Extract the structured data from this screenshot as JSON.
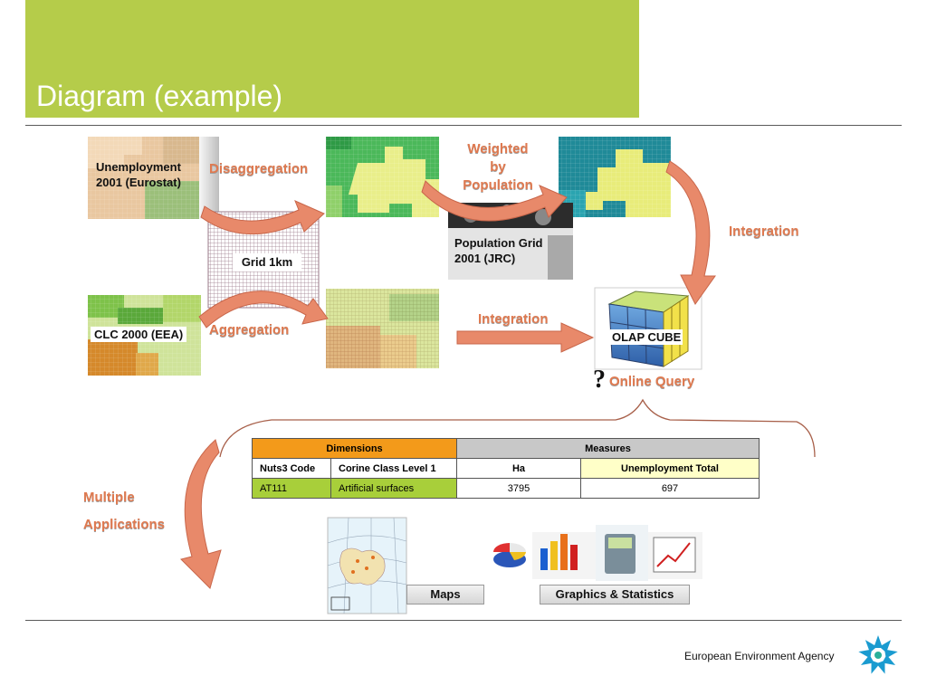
{
  "slide": {
    "title": "Diagram (example)"
  },
  "nodes": {
    "unemployment": "Unemployment\n2001 (Eurostat)",
    "grid": "Grid 1km",
    "population": "Population Grid\n2001 (JRC)",
    "clc": "CLC 2000 (EEA)",
    "olap": "OLAP CUBE",
    "online_query": "Online Query",
    "question_mark": "?"
  },
  "flow_labels": {
    "disaggregation": "Disaggregation",
    "weighted": "Weighted\nby\nPopulation",
    "integration_right": "Integration",
    "aggregation": "Aggregation",
    "integration_mid": "Integration",
    "multiple_applications_1": "Multiple",
    "multiple_applications_2": "Applications"
  },
  "table": {
    "group_headers": [
      "Dimensions",
      "Measures"
    ],
    "column_headers": [
      "Nuts3 Code",
      "Corine Class Level 1",
      "Ha",
      "Unemployment Total"
    ],
    "rows": [
      [
        "AT111",
        "Artificial surfaces",
        "3795",
        "697"
      ]
    ]
  },
  "outputs": {
    "maps": "Maps",
    "graphics": "Graphics & Statistics"
  },
  "footer": {
    "agency": "European Environment Agency"
  },
  "colors": {
    "title_band": "#b5cc4a",
    "arrow": "#e8896a",
    "dimensions_header": "#f39a1a",
    "measures_header": "#c8c8c8",
    "unemployment_header": "#ffffc8",
    "row_dims": "#a8cf3a"
  }
}
